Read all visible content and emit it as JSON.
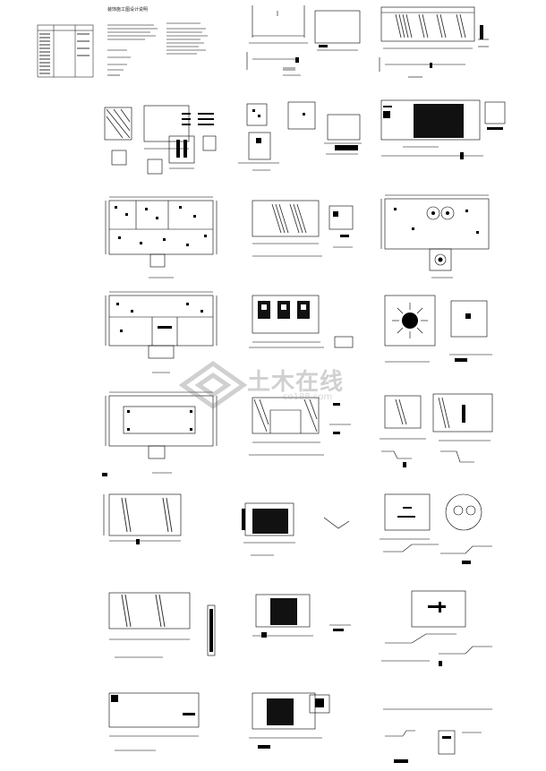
{
  "sheet": {
    "title": "装饰施工图设计说明",
    "watermark_text": "土木在线",
    "watermark_url": "co188.com"
  },
  "colors": {
    "line": "#000000",
    "hatch": "#222222",
    "background": "#ffffff",
    "watermark": "#7a7a7a"
  }
}
